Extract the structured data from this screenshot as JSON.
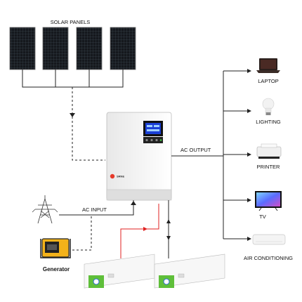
{
  "diagram": {
    "solar_panels_label": "SOLAR PANELS",
    "ac_output_label": "AC OUTPUT",
    "ac_input_label": "AC INPUT",
    "generator_label": "Generator",
    "inverter_brand": "SRNE",
    "loads": [
      {
        "label": "LAPTOP",
        "icon": "laptop-icon"
      },
      {
        "label": "LIGHTING",
        "icon": "light-bulb-icon"
      },
      {
        "label": "PRINTER",
        "icon": "printer-icon"
      },
      {
        "label": "TV",
        "icon": "tv-icon"
      },
      {
        "label": "AIR CONDITIONING",
        "icon": "air-conditioner-icon"
      }
    ],
    "colors": {
      "line": "#222222",
      "battery_charge": "#e02020",
      "display": "#1a3fd6",
      "battery_green": "#5fbf3a"
    }
  }
}
